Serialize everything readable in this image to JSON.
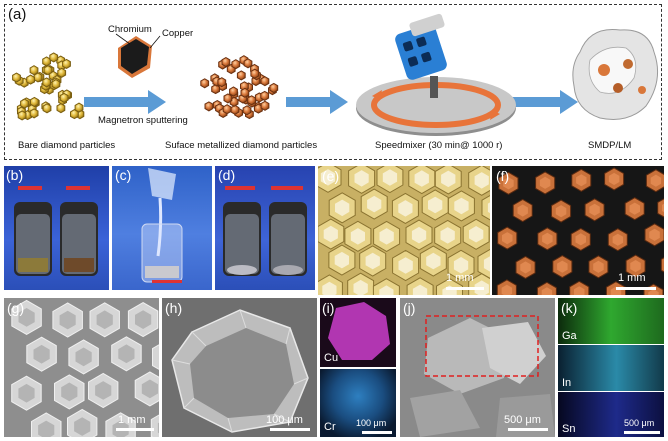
{
  "panel_a": {
    "label": "(a)",
    "chromium": "Chromium",
    "copper": "Copper",
    "sputtering": "Magnetron sputtering",
    "bare": "Bare diamond particles",
    "metallized": "Suface metallized diamond particles",
    "speedmixer": "Speedmixer (30 min@ 1000 r)",
    "smdp": "SMDP/LM"
  },
  "panel_b": {
    "label": "(b)"
  },
  "panel_c": {
    "label": "(c)"
  },
  "panel_d": {
    "label": "(d)"
  },
  "panel_e": {
    "label": "(e)",
    "scale": "1 mm"
  },
  "panel_f": {
    "label": "(f)",
    "scale": "1 mm"
  },
  "panel_g": {
    "label": "(g)",
    "scale": "1 mm"
  },
  "panel_h": {
    "label": "(h)",
    "scale": "100 μm"
  },
  "panel_i": {
    "label": "(i)",
    "cu": "Cu",
    "cr": "Cr",
    "scale": "100 μm"
  },
  "panel_j": {
    "label": "(j)",
    "scale": "500 μm"
  },
  "panel_k": {
    "label": "(k)",
    "ga": "Ga",
    "in": "In",
    "sn": "Sn",
    "scale": "500 μm"
  },
  "colors": {
    "arrow": "#5b9bd5",
    "copper": "#d9773a",
    "gold": "#d8b23a",
    "cu_map": "#c23bc2",
    "cr_map": "#2e7fc0",
    "ga_map": "#2fa82f"
  }
}
